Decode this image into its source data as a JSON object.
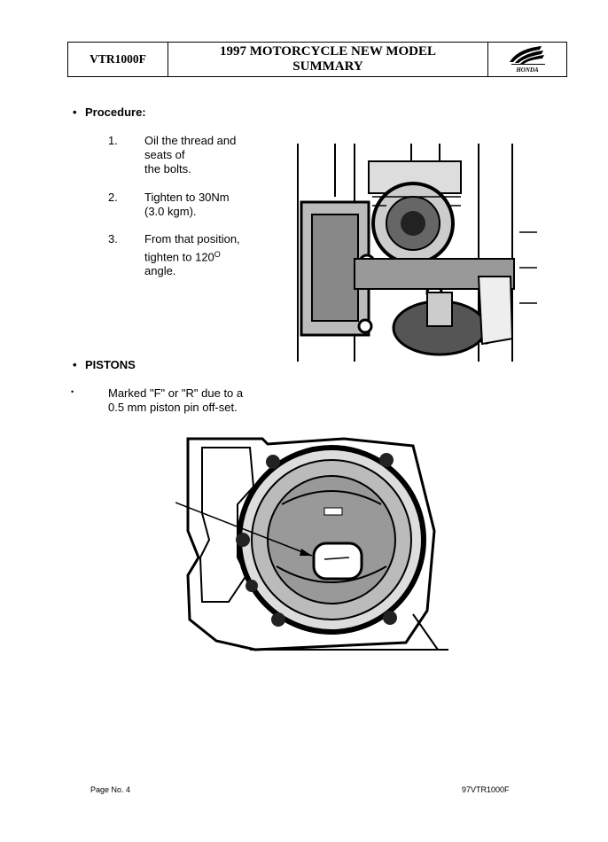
{
  "header": {
    "model": "VTR1000F",
    "title": "1997 MOTORCYCLE NEW MODEL\nSUMMARY",
    "logo_text": "HONDA"
  },
  "procedure": {
    "heading": "Procedure:",
    "steps": [
      {
        "num": "1.",
        "text": "Oil the thread and\nseats of\nthe bolts."
      },
      {
        "num": "2.",
        "text": "Tighten to 30Nm\n(3.0 kgm)."
      },
      {
        "num": "3.",
        "text_before": "From that position,\ntighten to 120",
        "degree": "O",
        "text_after": "angle."
      }
    ]
  },
  "pistons": {
    "heading": "PISTONS",
    "note": "Marked \"F\" or \"R\" due to a\n0.5 mm piston pin off-set."
  },
  "footer": {
    "page": "Page No. 4",
    "code": "97VTR1000F"
  }
}
